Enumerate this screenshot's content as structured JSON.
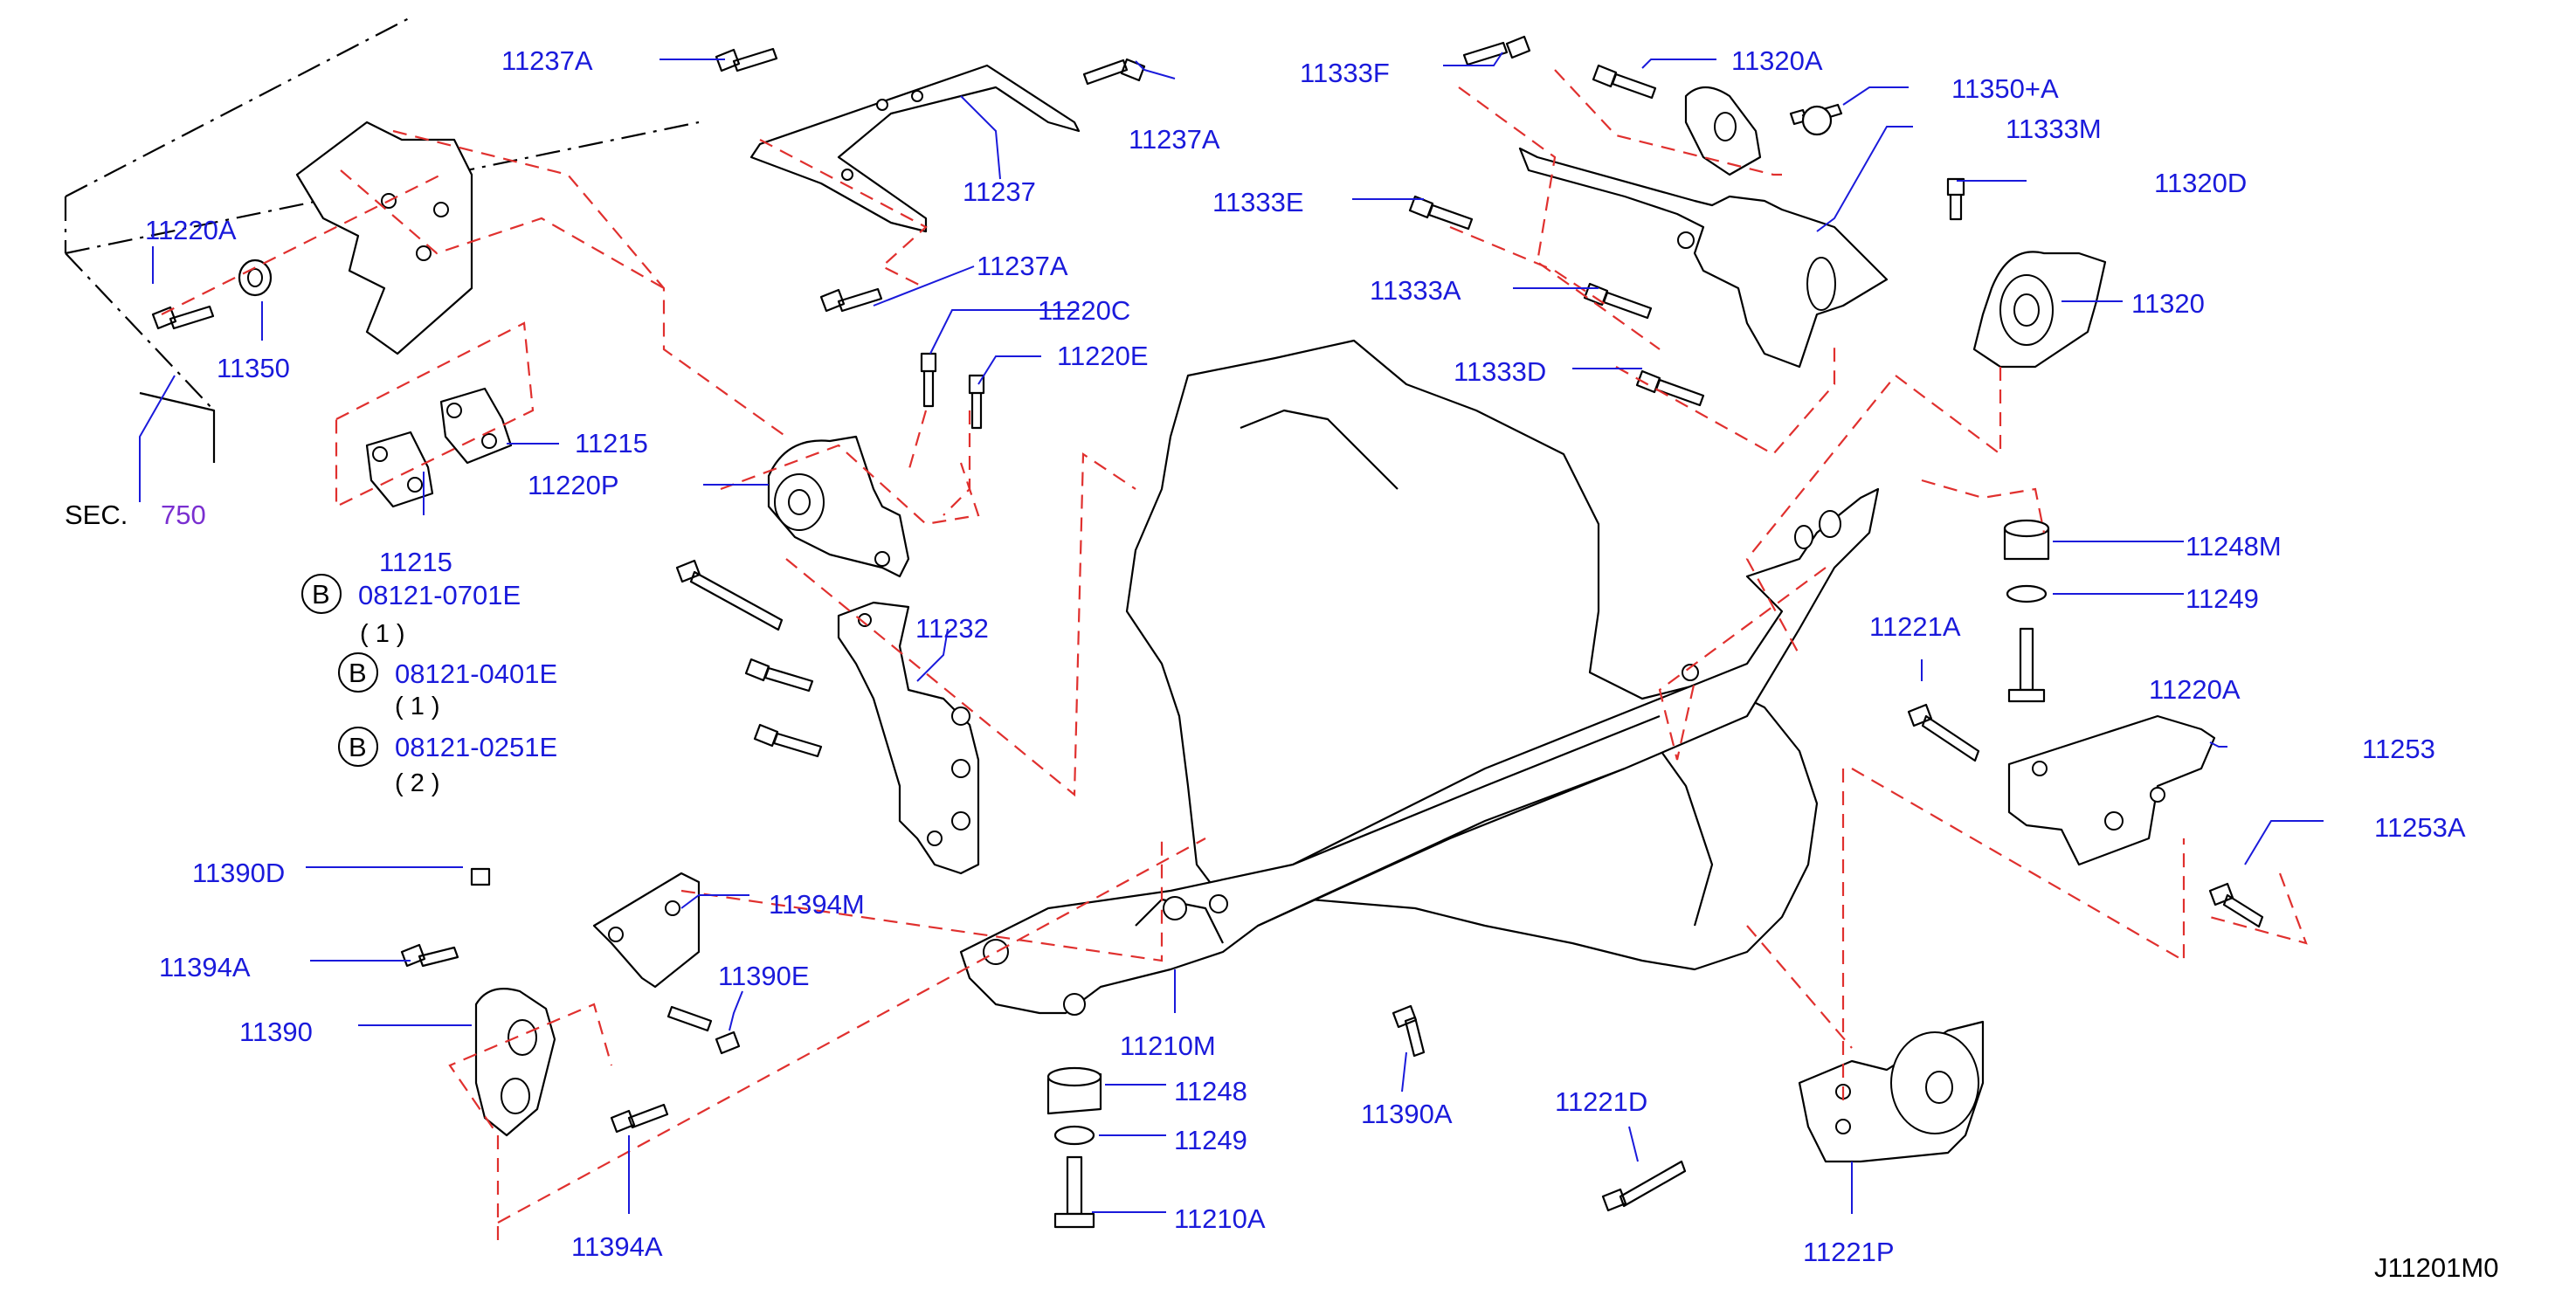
{
  "diagram": {
    "code": "J11201M0",
    "section_ref": {
      "prefix": "SEC.",
      "number": "750"
    },
    "colors": {
      "label": "#1a1adb",
      "guide": "#e0302e",
      "line": "#000000",
      "section_number": "#7a2fd0"
    },
    "labels": {
      "p11237A_1": "11237A",
      "p11237A_2": "11237A",
      "p11237": "11237",
      "p11237A_3": "11237A",
      "p11220A": "11220A",
      "p11350": "11350",
      "p11220C": "11220C",
      "p11220E": "11220E",
      "p11215_1": "11215",
      "p11215_2": "11215",
      "p11220P": "11220P",
      "p11232": "11232",
      "p11333F": "11333F",
      "p11320A": "11320A",
      "p11350A": "11350+A",
      "p11333M": "11333M",
      "p11333E": "11333E",
      "p11320D": "11320D",
      "p11333A": "11333A",
      "p11320": "11320",
      "p11333D": "11333D",
      "p11248M": "11248M",
      "p11249_1": "11249",
      "p11221A": "11221A",
      "p11253": "11253",
      "p11253A": "11253A",
      "p11390D": "11390D",
      "p11394M": "11394M",
      "p11394A_1": "11394A",
      "p11390E": "11390E",
      "p11390": "11390",
      "p11394A_2": "11394A",
      "p11210M": "11210M",
      "p11248": "11248",
      "p11249_2": "11249",
      "p11210A": "11210A",
      "p11390A": "11390A",
      "p11221D": "11221D",
      "p11221P": "11221P"
    },
    "bolts_b": [
      {
        "marker": "B",
        "part": "08121-0701E",
        "qty": "( 1 )"
      },
      {
        "marker": "B",
        "part": "08121-0401E",
        "qty": "( 1 )"
      },
      {
        "marker": "B",
        "part": "08121-0251E",
        "qty": "( 2 )"
      }
    ],
    "partial_label": "11220A"
  }
}
